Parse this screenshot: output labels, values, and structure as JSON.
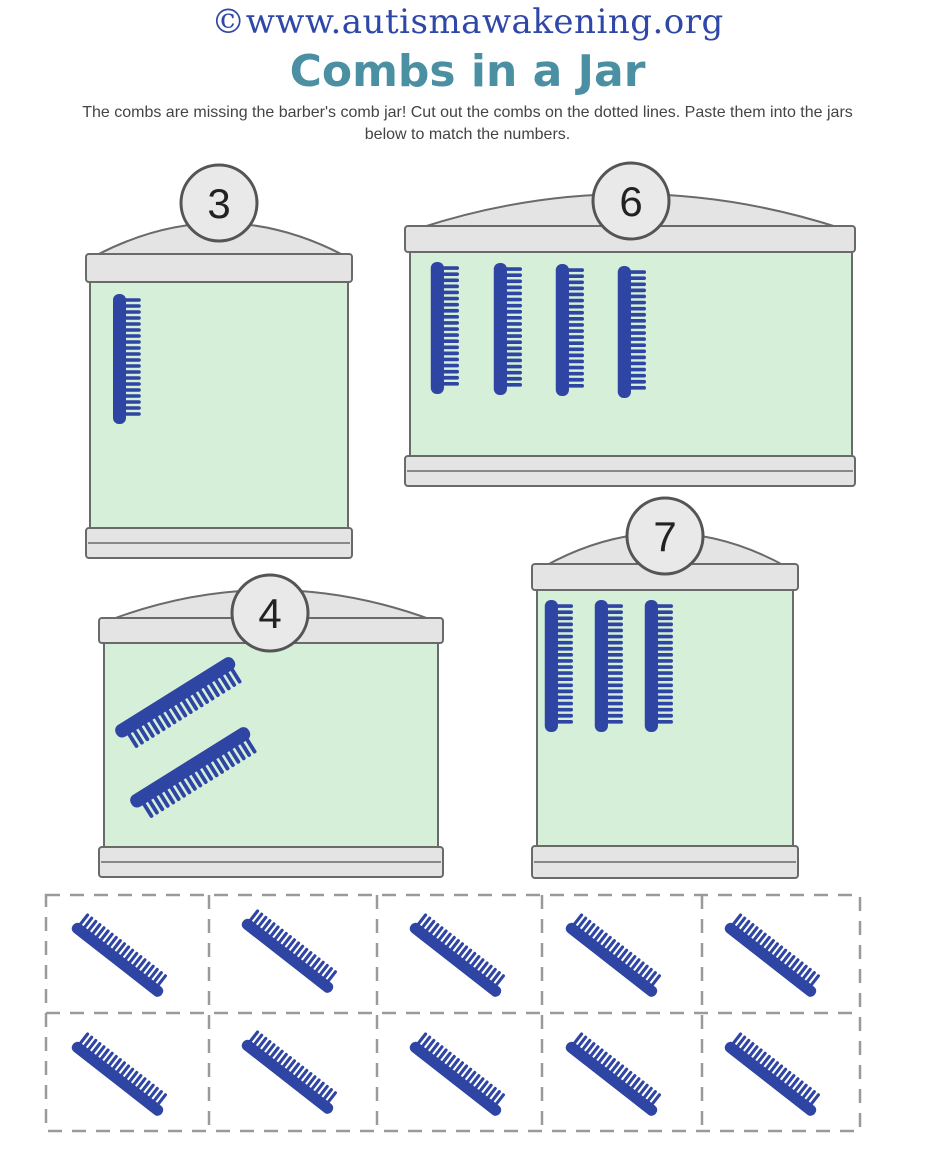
{
  "header": {
    "site": "©www.autismawakening.org",
    "title": "Combs in a Jar",
    "instructions": "The combs are missing the barber's comb jar! Cut out the combs on the dotted lines. Paste them into the jars below to match the numbers."
  },
  "jars": [
    {
      "number": "3",
      "combs_shown": 1
    },
    {
      "number": "6",
      "combs_shown": 4
    },
    {
      "number": "4",
      "combs_shown": 2
    },
    {
      "number": "7",
      "combs_shown": 3
    }
  ],
  "cutout": {
    "rows": 2,
    "cols": 5,
    "comb_count": 10
  },
  "colors": {
    "jar_fill": "#d6efd9",
    "jar_outline": "#6a6a6a",
    "lid": "#e4e4e4",
    "comb": "#2f45a3",
    "dash": "#9a9a9a",
    "title": "#4b8fa3",
    "site": "#2f47a8"
  }
}
